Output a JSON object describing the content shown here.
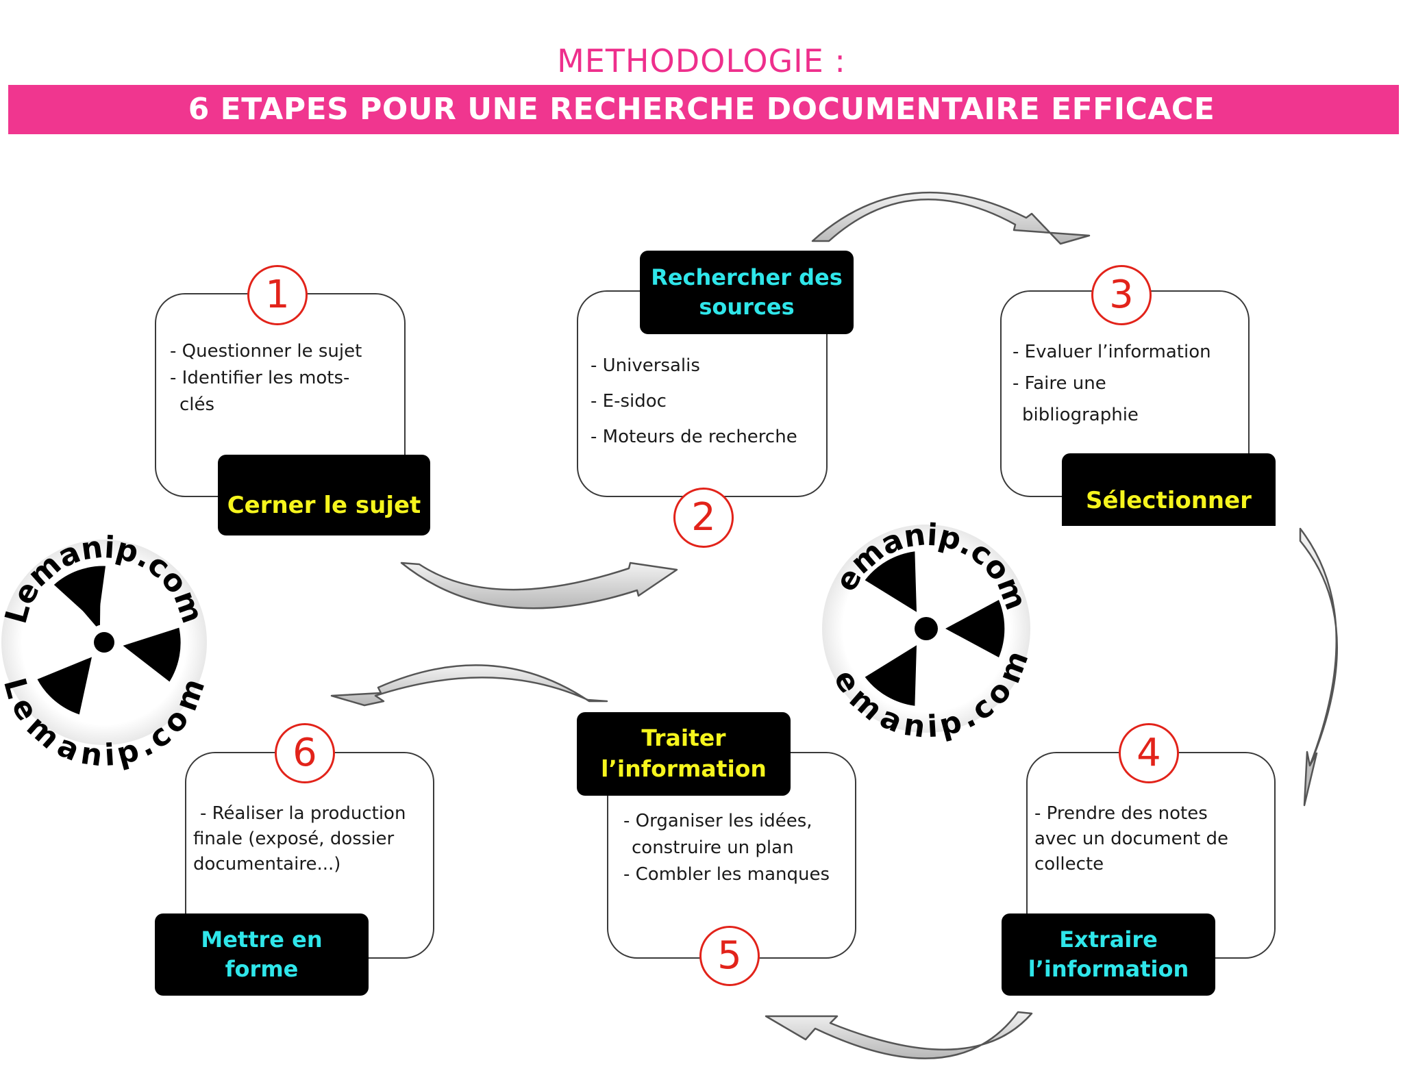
{
  "header": {
    "title": "METHODOLOGIE :",
    "subtitle": "6 ETAPES POUR UNE RECHERCHE DOCUMENTAIRE EFFICACE"
  },
  "colors": {
    "accent": "#f0368f",
    "number": "#e2231a",
    "label_yellow": "#f6f51d",
    "label_cyan": "#2fe6ea"
  },
  "steps": [
    {
      "number": "1",
      "label": "Cerner le sujet",
      "items": [
        "- Questionner le sujet",
        "- Identifier les mots-",
        "clés"
      ]
    },
    {
      "number": "2",
      "label_line1": "Rechercher  des",
      "label_line2": "sources",
      "items": [
        "- Universalis",
        "- E-sidoc",
        "- Moteurs de recherche"
      ]
    },
    {
      "number": "3",
      "label": "Sélectionner",
      "items": [
        "- Evaluer  l’information",
        "- Faire une",
        "bibliographie"
      ]
    },
    {
      "number": "4",
      "label_line1": "Extraire",
      "label_line2": "l’information",
      "items": [
        "-  Prendre des notes",
        "avec un document de",
        "collecte"
      ]
    },
    {
      "number": "5",
      "label_line1": "Traiter",
      "label_line2": "l’information",
      "items": [
        "- Organiser les idées,",
        "construire un plan",
        "- Combler les manques"
      ]
    },
    {
      "number": "6",
      "label_line1": "Mettre en",
      "label_line2": "forme",
      "items": [
        "- Réaliser la production",
        "finale (exposé, dossier",
        "documentaire...)"
      ]
    }
  ],
  "logo": {
    "text": "Lemanip.com",
    "icon": "radiation-icon"
  }
}
